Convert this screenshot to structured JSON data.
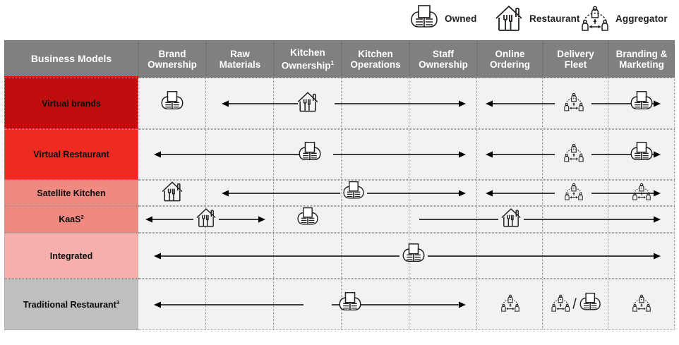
{
  "legend": {
    "items": [
      {
        "icon": "owned-hands-icon",
        "label": "Owned"
      },
      {
        "icon": "restaurant-house-icon",
        "label": "Restaurant"
      },
      {
        "icon": "aggregator-network-icon",
        "label": "Aggregator"
      }
    ]
  },
  "table": {
    "headers": [
      {
        "line1": "Business Models",
        "line2": ""
      },
      {
        "line1": "Brand",
        "line2": "Ownership"
      },
      {
        "line1": "Raw",
        "line2": "Materials"
      },
      {
        "line1": "Kitchen",
        "line2": "Ownership",
        "sup": "1"
      },
      {
        "line1": "Kitchen",
        "line2": "Operations"
      },
      {
        "line1": "Staff",
        "line2": "Ownership"
      },
      {
        "line1": "Online",
        "line2": "Ordering"
      },
      {
        "line1": "Delivery",
        "line2": "Fleet"
      },
      {
        "line1": "Branding &",
        "line2": "Marketing"
      }
    ],
    "rows": [
      {
        "label": "Virtual brands",
        "sup": "",
        "color": "#C00D0D"
      },
      {
        "label": "Virtual Restaurant",
        "sup": "",
        "color": "#EE2B20"
      },
      {
        "label": "Satellite  Kitchen",
        "sup": "",
        "color": "#F08A80"
      },
      {
        "label": "KaaS",
        "sup": "2",
        "color": "#F08A80"
      },
      {
        "label": "Integrated",
        "sup": "",
        "color": "#F7AFAB"
      },
      {
        "label": "Traditional  Restaurant",
        "sup": "3",
        "color": "#BFBFBF"
      }
    ]
  },
  "colors": {
    "header_gray": "#808080",
    "accent_red": "#FF0000",
    "cell_bg": "#F2F2F2",
    "ink": "#231F20"
  }
}
